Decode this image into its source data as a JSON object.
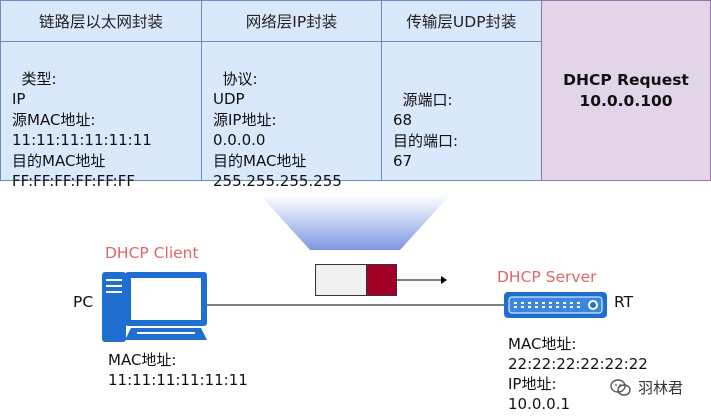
{
  "table": {
    "headers": [
      "链路层以太网封装",
      "网络层IP封装",
      "传输层UDP封装"
    ],
    "link_body": "类型:\nIP\n源MAC地址:\n11:11:11:11:11:11\n目的MAC地址\nFF:FF:FF:FF:FF:FF",
    "ip_body": "协议:\nUDP\n源IP地址:\n0.0.0.0\n目的MAC地址\n255.255.255.255",
    "udp_body": "源端口:\n68\n目的端口:\n67",
    "payload": "DHCP Request\n10.0.0.100"
  },
  "client": {
    "title": "DHCP Client",
    "side_label": "PC",
    "info": "MAC地址:\n11:11:11:11:11:11"
  },
  "server": {
    "title": "DHCP Server",
    "side_label": "RT",
    "info": "MAC地址:\n22:22:22:22:22:22\nIP地址:\n10.0.0.1"
  },
  "watermark": "羽林君",
  "colors": {
    "cell_fill": "#dae8fc",
    "cell_border": "#6c8ebf",
    "payload_fill": "#e1d5e7",
    "title_red": "#e06666",
    "device_blue": "#1f6fd1",
    "packet_red": "#a20025"
  }
}
